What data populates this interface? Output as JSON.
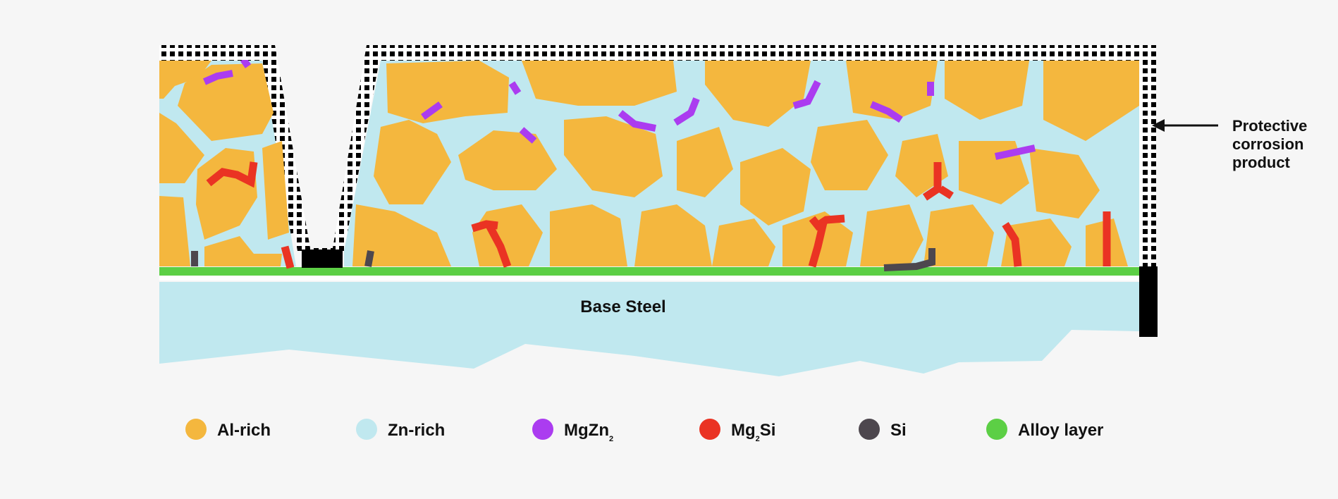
{
  "diagram": {
    "base_label": "Base Steel",
    "annotation": {
      "lines": [
        "Protective",
        "corrosion",
        "product"
      ]
    }
  },
  "legend": [
    {
      "label": "Al-rich",
      "sub": "",
      "suffix": "",
      "color": "#f4b73e"
    },
    {
      "label": "Zn-rich",
      "sub": "",
      "suffix": "",
      "color": "#c0e8ef"
    },
    {
      "label": "MgZn",
      "sub": "2",
      "suffix": "",
      "color": "#ab3cf0"
    },
    {
      "label": "Mg",
      "sub": "2",
      "suffix": "Si",
      "color": "#ea3323"
    },
    {
      "label": "Si",
      "sub": "",
      "suffix": "",
      "color": "#4d474e"
    },
    {
      "label": "Alloy layer",
      "sub": "",
      "suffix": "",
      "color": "#5ccf45"
    }
  ],
  "colors": {
    "al_rich": "#f4b73e",
    "zn_rich": "#c0e8ef",
    "mgzn2": "#ab3cf0",
    "mg2si": "#ea3323",
    "si": "#4d474e",
    "alloy": "#5ccf45",
    "steel": "#c0e8ef",
    "corrosion": "#000000",
    "background": "#f6f6f6"
  }
}
